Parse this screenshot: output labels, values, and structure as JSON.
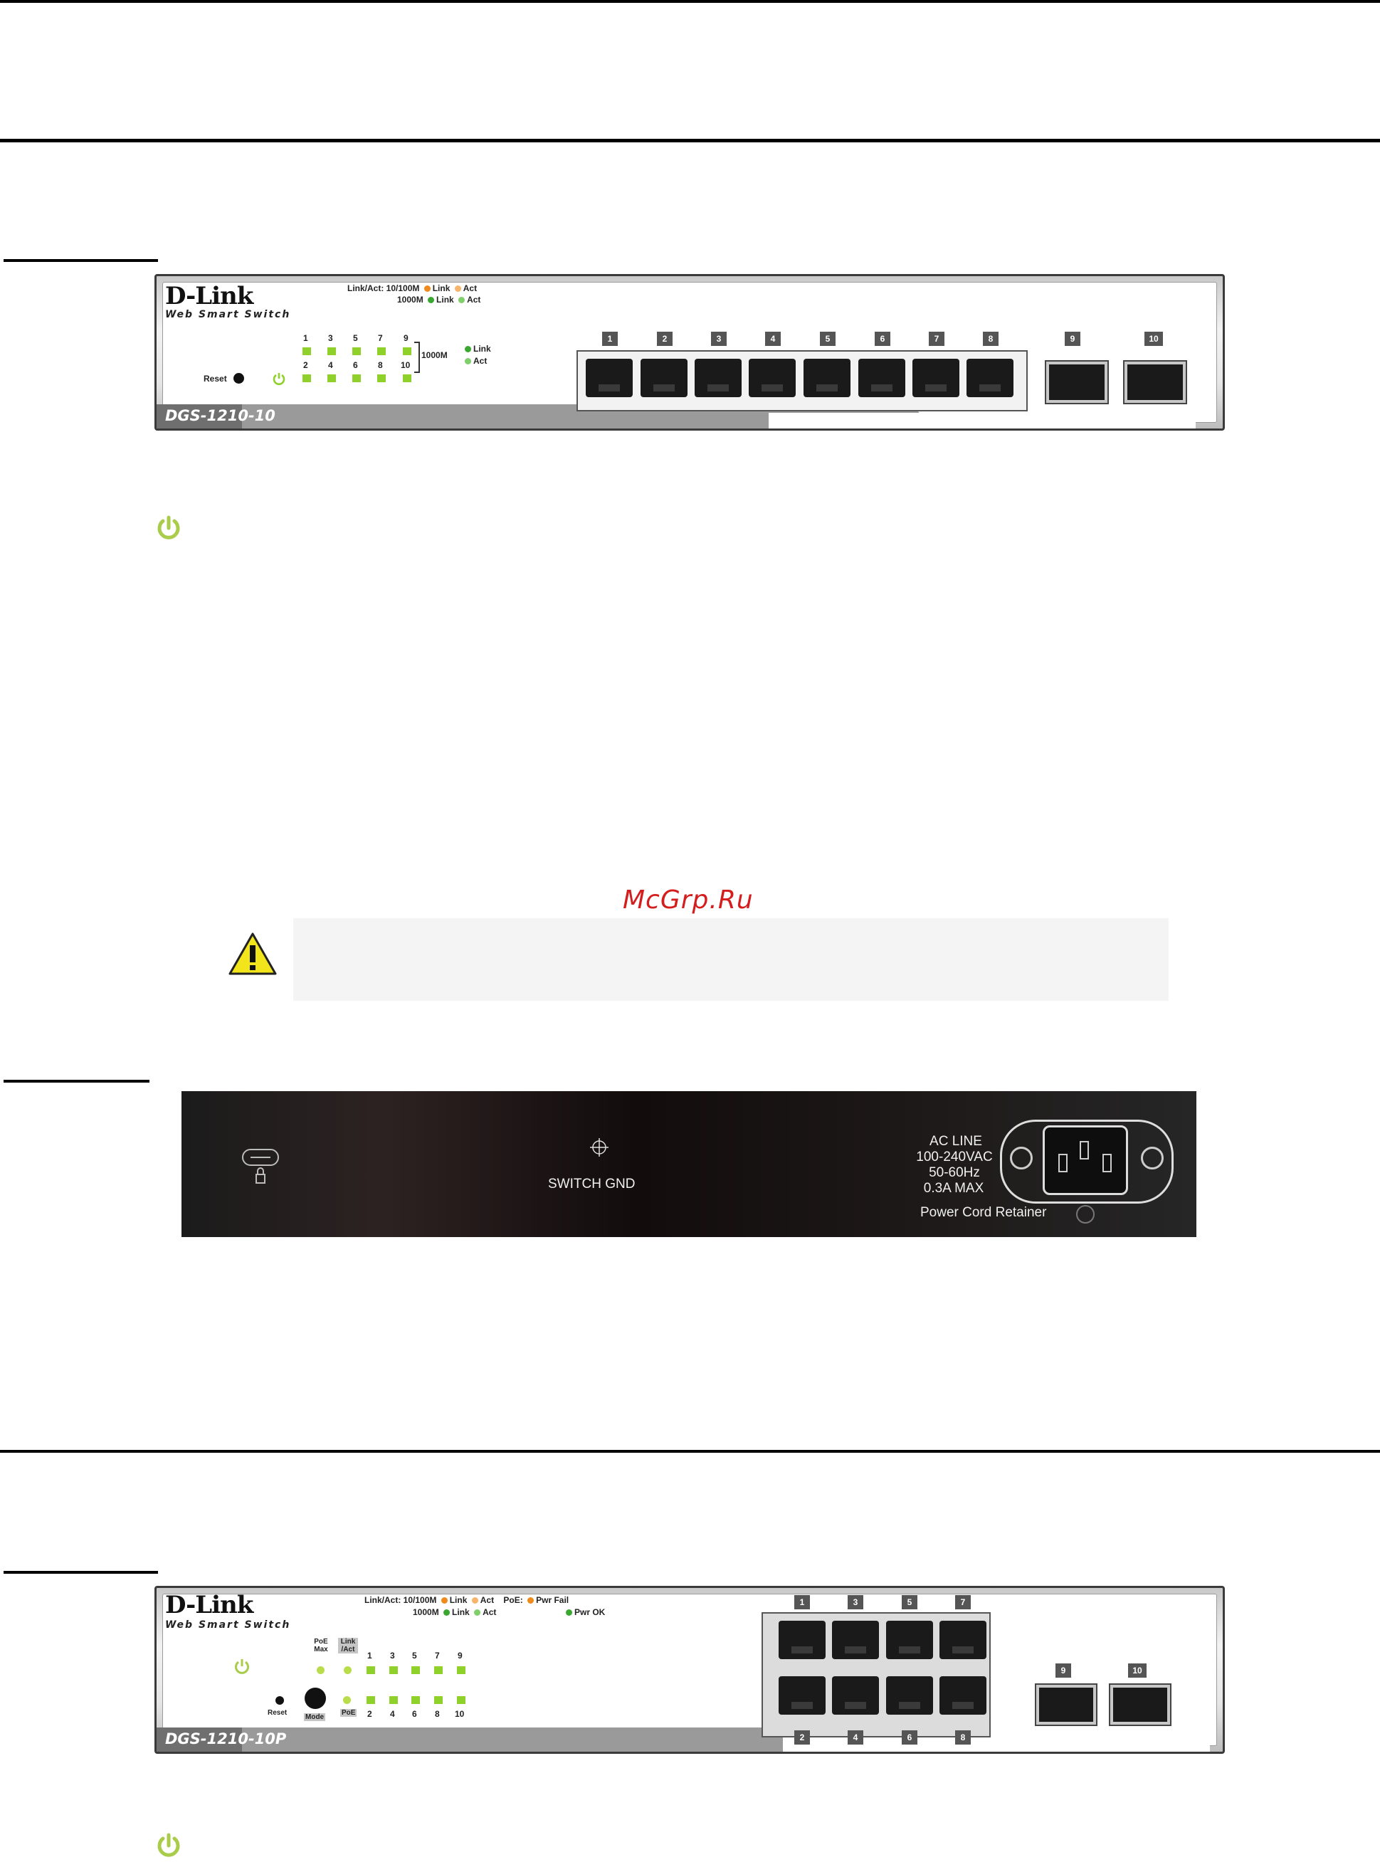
{
  "watermark": "McGrp.Ru",
  "panel_1": {
    "logo": "D-Link",
    "tagline": "Web Smart Switch",
    "model": "DGS-1210-10",
    "legend_line1": "Link/Act: 10/100M",
    "legend_line2": "1000M",
    "legend_link": "Link",
    "legend_act": "Act",
    "led_top_numbers": [
      "1",
      "3",
      "5",
      "7",
      "9"
    ],
    "led_bottom_numbers": [
      "2",
      "4",
      "6",
      "8",
      "10"
    ],
    "bracket_label": "1000M",
    "bracket_link": "Link",
    "bracket_act": "Act",
    "reset_label": "Reset",
    "port_numbers": [
      "1",
      "2",
      "3",
      "4",
      "5",
      "6",
      "7",
      "8"
    ],
    "sfp_numbers": [
      "9",
      "10"
    ]
  },
  "rear_panel": {
    "switch_gnd": "SWITCH GND",
    "ac_line": "AC LINE",
    "voltage": "100-240VAC",
    "frequency": "50-60Hz",
    "current": "0.3A MAX",
    "retainer": "Power Cord Retainer"
  },
  "panel_2": {
    "logo": "D-Link",
    "tagline": "Web Smart Switch",
    "model": "DGS-1210-10P",
    "legend_line1": "Link/Act: 10/100M",
    "legend_line2": "1000M",
    "legend_link": "Link",
    "legend_act": "Act",
    "poe_label": "PoE:",
    "pwr_fail": "Pwr Fail",
    "pwr_ok": "Pwr OK",
    "poe_max": "PoE Max",
    "link_act": "Link /Act",
    "poe_small": "PoE",
    "led_top_numbers": [
      "1",
      "3",
      "5",
      "7",
      "9"
    ],
    "led_bottom_numbers": [
      "2",
      "4",
      "6",
      "8",
      "10"
    ],
    "reset_label": "Reset",
    "mode_label": "Mode",
    "port_top_numbers": [
      "1",
      "3",
      "5",
      "7"
    ],
    "port_bottom_numbers": [
      "2",
      "4",
      "6",
      "8"
    ],
    "sfp_numbers": [
      "9",
      "10"
    ]
  },
  "colors": {
    "led_green": "#8fd12a",
    "orange": "#f08a1c",
    "green": "#3aa830",
    "power_icon": "#a9cc4a",
    "watermark": "#d41e1e"
  }
}
